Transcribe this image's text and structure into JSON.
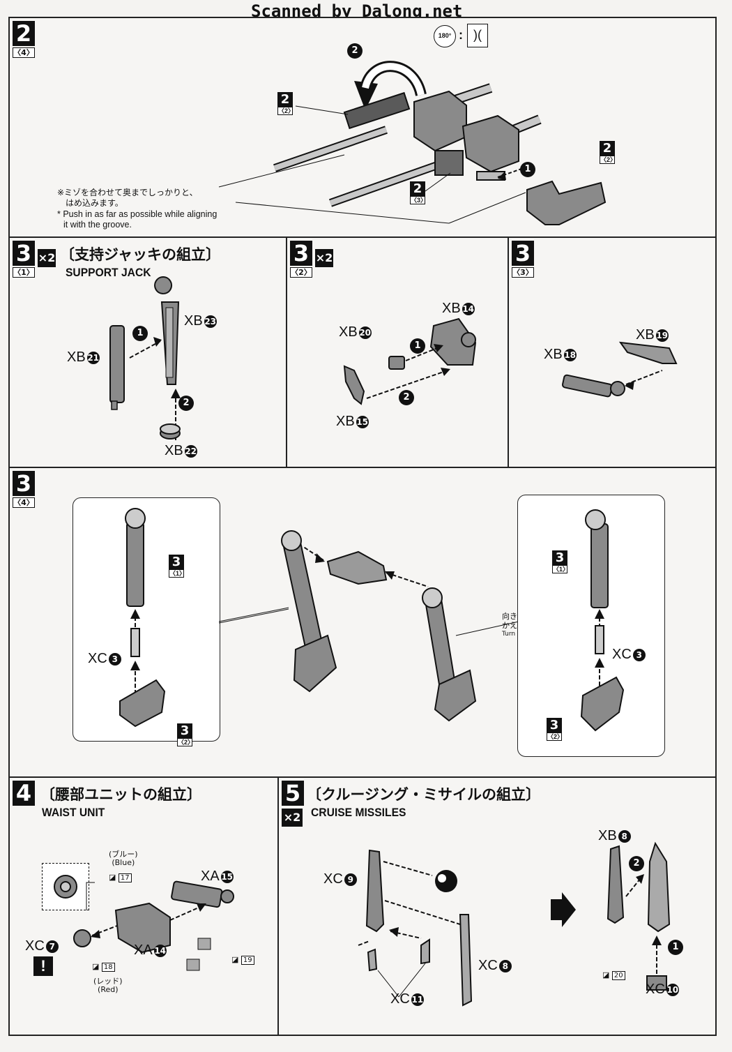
{
  "header": {
    "scan_credit": "Scanned by Dalong.net"
  },
  "step2": {
    "number": "2",
    "sub": "〈4〉",
    "rotate_label": "180°",
    "ref_top": {
      "big": "2",
      "sm": "〈2〉"
    },
    "ref_mid": {
      "big": "2",
      "sm": "〈3〉"
    },
    "ref_right": {
      "big": "2",
      "sm": "〈2〉"
    },
    "arrow1": "1",
    "arrow2": "2",
    "note_jp_line1": "※ミゾを合わせて奥までしっかりと、",
    "note_jp_line2": "はめ込みます。",
    "note_en_line1": "* Push in as far as possible while aligning",
    "note_en_line2": "it with the groove."
  },
  "step3_1": {
    "number": "3",
    "sub": "〈1〉",
    "mult": "×2",
    "title_jp": "〔支持ジャッキの組立〕",
    "title_en": "SUPPORT JACK",
    "p1": {
      "code": "XB",
      "n": "21"
    },
    "p2": {
      "code": "XB",
      "n": "23"
    },
    "p3": {
      "code": "XB",
      "n": "22"
    },
    "arrow1": "1",
    "arrow2": "2"
  },
  "step3_2": {
    "number": "3",
    "sub": "〈2〉",
    "mult": "×2",
    "p1": {
      "code": "XB",
      "n": "14"
    },
    "p2": {
      "code": "XB",
      "n": "20"
    },
    "p3": {
      "code": "XB",
      "n": "15"
    },
    "arrow1": "1",
    "arrow2": "2"
  },
  "step3_3": {
    "number": "3",
    "sub": "〈3〉",
    "p1": {
      "code": "XB",
      "n": "18"
    },
    "p2": {
      "code": "XB",
      "n": "19"
    }
  },
  "step3_4": {
    "number": "3",
    "sub": "〈4〉",
    "left": {
      "ref1": {
        "big": "3",
        "sm": "〈1〉"
      },
      "part": {
        "code": "XC",
        "n": "3"
      },
      "ref2": {
        "big": "3",
        "sm": "〈2〉"
      }
    },
    "right": {
      "ref1": {
        "big": "3",
        "sm": "〈1〉"
      },
      "part": {
        "code": "XC",
        "n": "3"
      },
      "ref2": {
        "big": "3",
        "sm": "〈2〉"
      }
    },
    "turn_jp_line1": "向きを",
    "turn_jp_line2": "かえます。",
    "turn_en": "Turn the part."
  },
  "step4": {
    "number": "4",
    "title_jp": "〔腰部ユニットの組立〕",
    "title_en": "WAIST UNIT",
    "blue_jp": "(ブルー)",
    "blue_en": "(Blue)",
    "sticker_blue": "17",
    "red_jp": "(レッド)",
    "red_en": "(Red)",
    "sticker_red": "18",
    "sticker_19": "19",
    "p1": {
      "code": "XA",
      "n": "15"
    },
    "p2": {
      "code": "XA",
      "n": "14"
    },
    "p3": {
      "code": "XC",
      "n": "7"
    },
    "warning": "!"
  },
  "step5": {
    "number": "5",
    "mult": "×2",
    "title_jp": "〔クルージング・ミサイルの組立〕",
    "title_en": "CRUISE MISSILES",
    "p1": {
      "code": "XC",
      "n": "9"
    },
    "p2": {
      "code": "XC",
      "n": "8"
    },
    "p3": {
      "code": "XC",
      "n": "11"
    },
    "p4": {
      "code": "XB",
      "n": "8"
    },
    "p5": {
      "code": "XC",
      "n": "10"
    },
    "sticker_20": "20",
    "arrow1": "1",
    "arrow2": "2"
  },
  "colors": {
    "ink": "#111111",
    "paper": "#f6f5f3",
    "part_fill": "#8a8a8a",
    "part_light": "#cfcfcf"
  }
}
